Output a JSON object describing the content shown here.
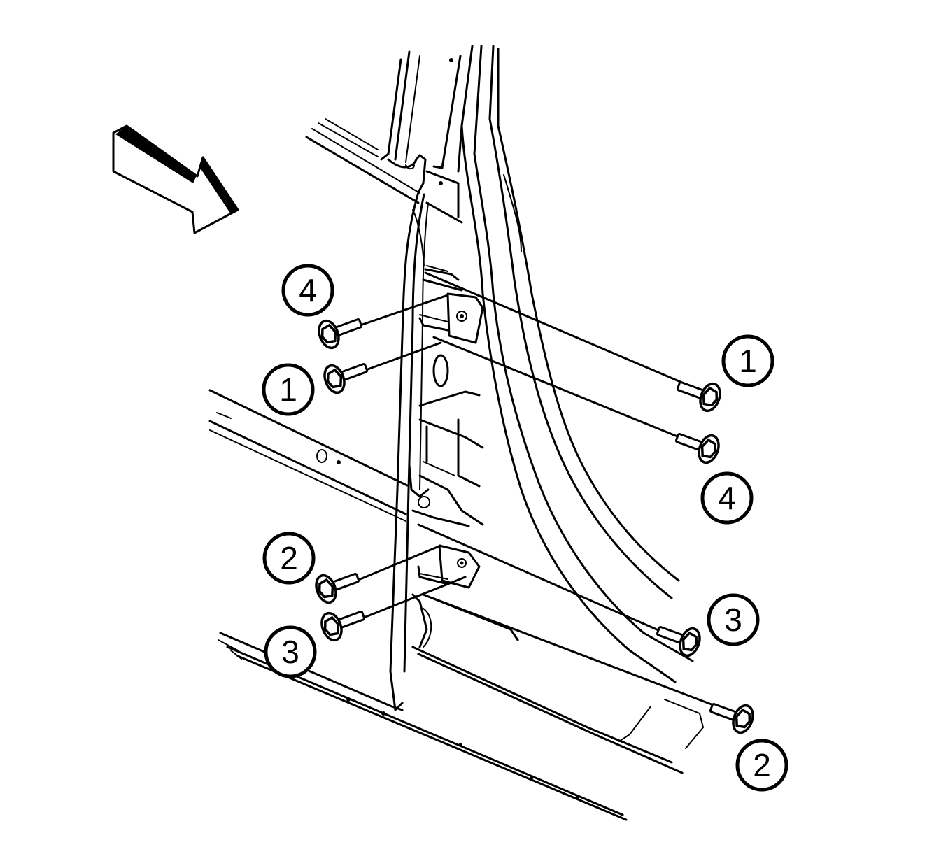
{
  "callouts": [
    {
      "id": "c4-left",
      "label": "4"
    },
    {
      "id": "c1-left",
      "label": "1"
    },
    {
      "id": "c1-right",
      "label": "1"
    },
    {
      "id": "c4-right",
      "label": "4"
    },
    {
      "id": "c2-left",
      "label": "2"
    },
    {
      "id": "c3-left",
      "label": "3"
    },
    {
      "id": "c3-right",
      "label": "3"
    },
    {
      "id": "c2-right",
      "label": "2"
    }
  ],
  "view_arrow_icon": "view-direction-arrow-icon",
  "bolt_icon": "flange-bolt-icon",
  "line_color": "#000000",
  "background_color": "#ffffff"
}
